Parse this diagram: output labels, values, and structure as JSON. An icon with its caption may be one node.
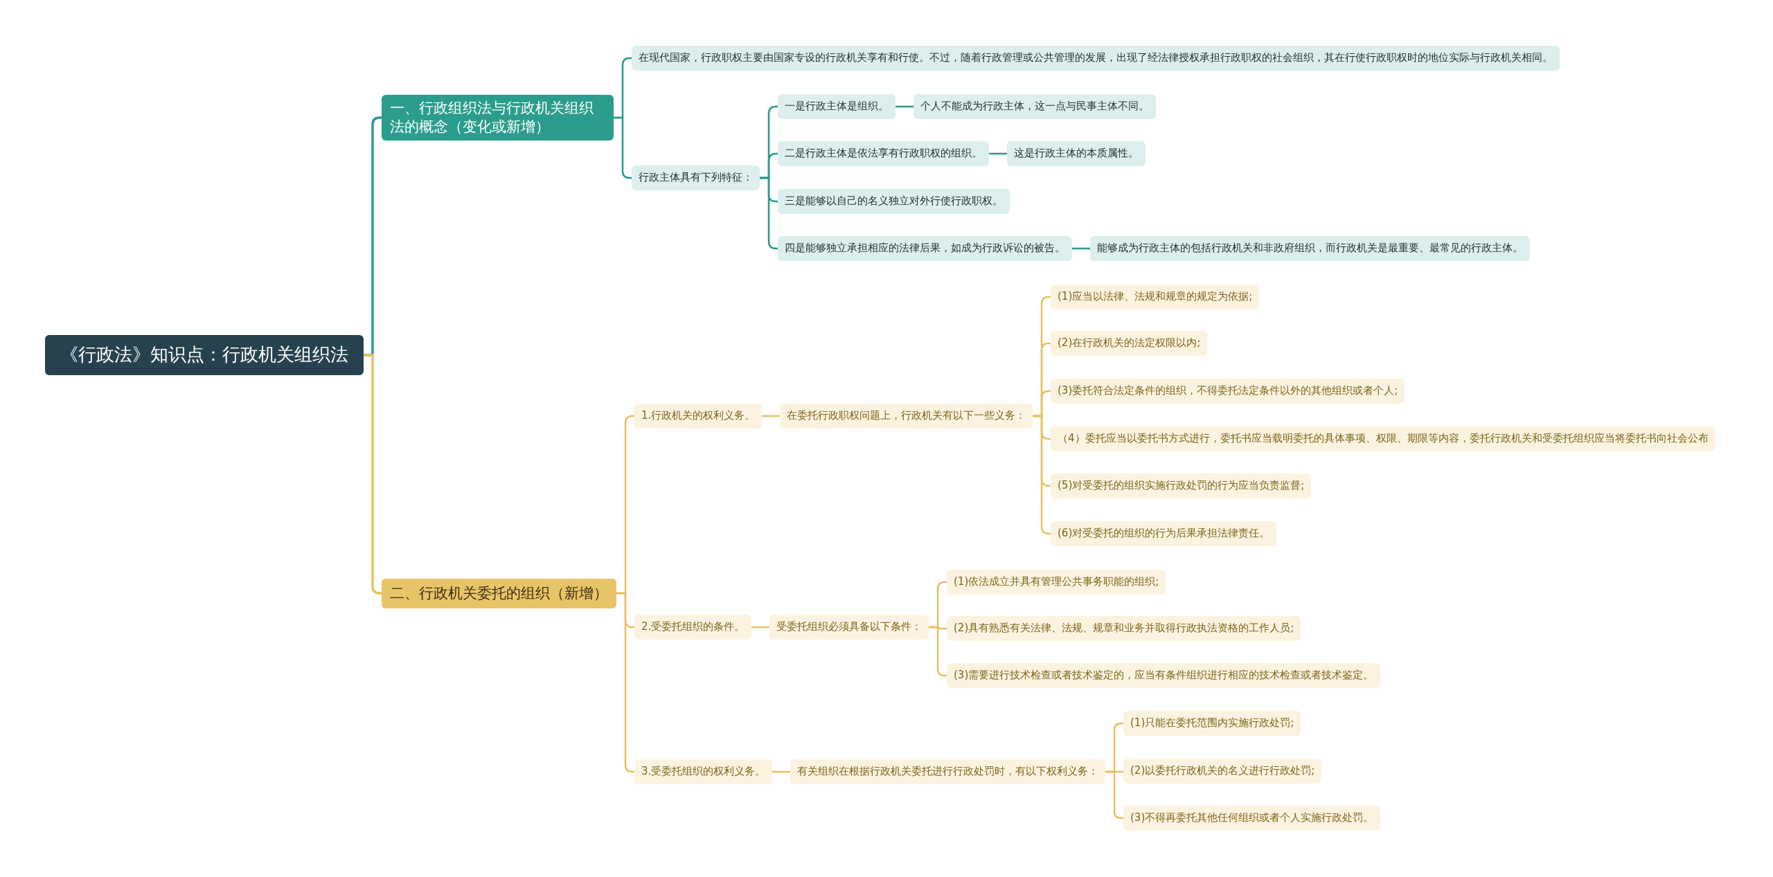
{
  "diagram": {
    "nodes": [
      {
        "text": [
          "《行政法》知识点：行政机关组织法"
        ]
      },
      {
        "text": [
          "一、行政组织法与行政机关组织法的概念（变化或新增）"
        ]
      },
      {
        "text": [
          "在现代国家，行政职权主要由国家专设的行政机关享有和行使。不过，随着行政管理或公共管理的发展，出现了经法律授权承担行政职权的社会组织，其在行使行政职权时的地位实际与行政机关相同。"
        ]
      },
      {
        "text": [
          "行政主体具有下列特征："
        ]
      },
      {
        "text": [
          "一是行政主体是组织。"
        ]
      },
      {
        "text": [
          "个人不能成为行政主体，这一点与民事主体不同。"
        ]
      },
      {
        "text": [
          "二是行政主体是依法享有行政职权的组织。"
        ]
      },
      {
        "text": [
          "这是行政主体的本质属性。"
        ]
      },
      {
        "text": [
          "三是能够以自己的名义独立对外行使行政职权。"
        ]
      },
      {
        "text": [
          "四是能够独立承担相应的法律后果，如成为行政诉讼的被告。"
        ]
      },
      {
        "text": [
          "能够成为行政主体的包括行政机关和非政府组织，而行政机关是最重要、最常见的行政主体。"
        ]
      },
      {
        "text": [
          "二、行政机关委托的组织（新增）"
        ]
      },
      {
        "text": [
          "1.行政机关的权利义务。"
        ]
      },
      {
        "text": [
          "在委托行政职权问题上，行政机关有以下一些义务："
        ]
      },
      {
        "text": [
          "(1)应当以法律、法规和规章的规定为依据;"
        ]
      },
      {
        "text": [
          "(2)在行政机关的法定权限以内;"
        ]
      },
      {
        "text": [
          "(3)委托符合法定条件的组织，不得委托法定条件以外的其他组织或者个人;"
        ]
      },
      {
        "text": [
          "（4）委托应当以委托书方式进行，委托书应当载明委托的具体事项、权限、期限等内容，委托行政机关和受委托组织应当将委托书向社会公布"
        ]
      },
      {
        "text": [
          "(5)对受委托的组织实施行政处罚的行为应当负责监督;"
        ]
      },
      {
        "text": [
          "(6)对受委托的组织的行为后果承担法律责任。"
        ]
      },
      {
        "text": [
          "2.受委托组织的条件。"
        ]
      },
      {
        "text": [
          "受委托组织必须具备以下条件："
        ]
      },
      {
        "text": [
          "(1)依法成立并具有管理公共事务职能的组织;"
        ]
      },
      {
        "text": [
          "(2)具有熟悉有关法律、法规、规章和业务并取得行政执法资格的工作人员;"
        ]
      },
      {
        "text": [
          "(3)需要进行技术检查或者技术鉴定的，应当有条件组织进行相应的技术检查或者技术鉴定。"
        ]
      },
      {
        "text": [
          "3.受委托组织的权利义务。"
        ]
      },
      {
        "text": [
          "有关组织在根据行政机关委托进行行政处罚时，有以下权利义务："
        ]
      },
      {
        "text": [
          "(1)只能在委托范围内实施行政处罚;"
        ]
      },
      {
        "text": [
          "(2)以委托行政机关的名义进行行政处罚;"
        ]
      },
      {
        "text": [
          "(3)不得再委托其他任何组织或者个人实施行政处罚。"
        ]
      }
    ],
    "edges": [
      {
        "from": 0,
        "to": 1,
        "arrow": "none",
        "color": "#2b9a89"
      },
      {
        "from": 0,
        "to": 11,
        "arrow": "none"
      },
      {
        "from": 1,
        "to": 2,
        "arrow": "none",
        "color": "#2b9a89"
      },
      {
        "from": 1,
        "to": 3,
        "arrow": "none",
        "color": "#2b9a89"
      },
      {
        "from": 3,
        "to": 4,
        "arrow": "none",
        "color": "#2b9a89"
      },
      {
        "from": 4,
        "to": 5,
        "arrow": "none",
        "color": "#2b9a89"
      },
      {
        "from": 3,
        "to": 6,
        "arrow": "none",
        "color": "#2b9a89"
      },
      {
        "from": 6,
        "to": 7,
        "arrow": "none",
        "color": "#2b9a89"
      },
      {
        "from": 3,
        "to": 8,
        "arrow": "none",
        "color": "#2b9a89"
      },
      {
        "from": 3,
        "to": 9,
        "arrow": "none",
        "color": "#2b9a89"
      },
      {
        "from": 9,
        "to": 10,
        "arrow": "none",
        "color": "#2b9a89"
      },
      {
        "from": 11,
        "to": 12,
        "arrow": "none"
      },
      {
        "from": 12,
        "to": 13,
        "arrow": "none"
      },
      {
        "from": 13,
        "to": 14,
        "arrow": "none"
      },
      {
        "from": 13,
        "to": 15,
        "arrow": "none"
      },
      {
        "from": 13,
        "to": 16,
        "arrow": "none"
      },
      {
        "from": 13,
        "to": 17,
        "arrow": "none"
      },
      {
        "from": 13,
        "to": 18,
        "arrow": "none"
      },
      {
        "from": 13,
        "to": 19,
        "arrow": "none"
      },
      {
        "from": 11,
        "to": 20,
        "arrow": "none"
      },
      {
        "from": 20,
        "to": 21,
        "arrow": "none"
      },
      {
        "from": 21,
        "to": 22,
        "arrow": "none"
      },
      {
        "from": 21,
        "to": 23,
        "arrow": "none"
      },
      {
        "from": 21,
        "to": 24,
        "arrow": "none"
      },
      {
        "from": 11,
        "to": 25,
        "arrow": "none"
      },
      {
        "from": 25,
        "to": 26,
        "arrow": "none"
      },
      {
        "from": 26,
        "to": 27,
        "arrow": "none"
      },
      {
        "from": 26,
        "to": 28,
        "arrow": "none"
      },
      {
        "from": 26,
        "to": 29,
        "arrow": "none"
      }
    ]
  }
}
